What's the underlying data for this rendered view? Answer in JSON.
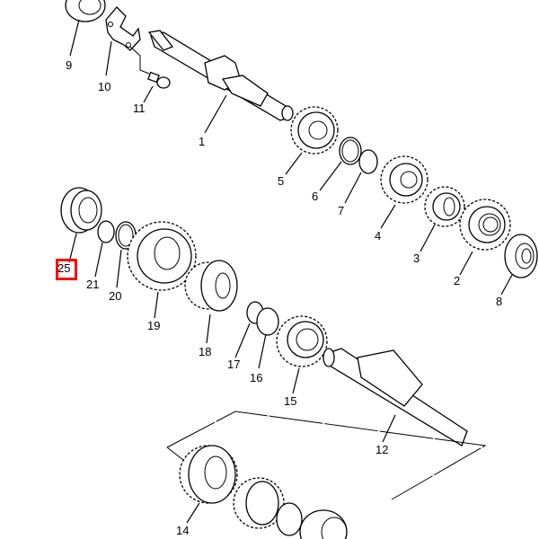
{
  "diagram": {
    "type": "exploded-parts-diagram",
    "subject": "transmission gears and shafts",
    "highlight_color": "#ff0000",
    "highlighted_part": "25",
    "parts": [
      {
        "id": "1",
        "desc": "main axle (input shaft)"
      },
      {
        "id": "2",
        "desc": "gear"
      },
      {
        "id": "3",
        "desc": "gear"
      },
      {
        "id": "4",
        "desc": "gear"
      },
      {
        "id": "5",
        "desc": "gear"
      },
      {
        "id": "6",
        "desc": "washer"
      },
      {
        "id": "7",
        "desc": "circlip"
      },
      {
        "id": "8",
        "desc": "bearing"
      },
      {
        "id": "9",
        "desc": "bearing"
      },
      {
        "id": "10",
        "desc": "bearing retainer plate"
      },
      {
        "id": "11",
        "desc": "screw"
      },
      {
        "id": "12",
        "desc": "drive axle (output shaft)"
      },
      {
        "id": "14",
        "desc": "gear"
      },
      {
        "id": "15",
        "desc": "gear"
      },
      {
        "id": "16",
        "desc": "washer"
      },
      {
        "id": "17",
        "desc": "circlip"
      },
      {
        "id": "18",
        "desc": "gear"
      },
      {
        "id": "19",
        "desc": "gear"
      },
      {
        "id": "20",
        "desc": "washer"
      },
      {
        "id": "21",
        "desc": "circlip"
      },
      {
        "id": "25",
        "desc": "bearing"
      }
    ]
  },
  "labels": {
    "l1": "1",
    "l2": "2",
    "l3": "3",
    "l4": "4",
    "l5": "5",
    "l6": "6",
    "l7": "7",
    "l8": "8",
    "l9": "9",
    "l10": "10",
    "l11": "11",
    "l12": "12",
    "l14": "14",
    "l15": "15",
    "l16": "16",
    "l17": "17",
    "l18": "18",
    "l19": "19",
    "l20": "20",
    "l21": "21",
    "l25": "25"
  }
}
